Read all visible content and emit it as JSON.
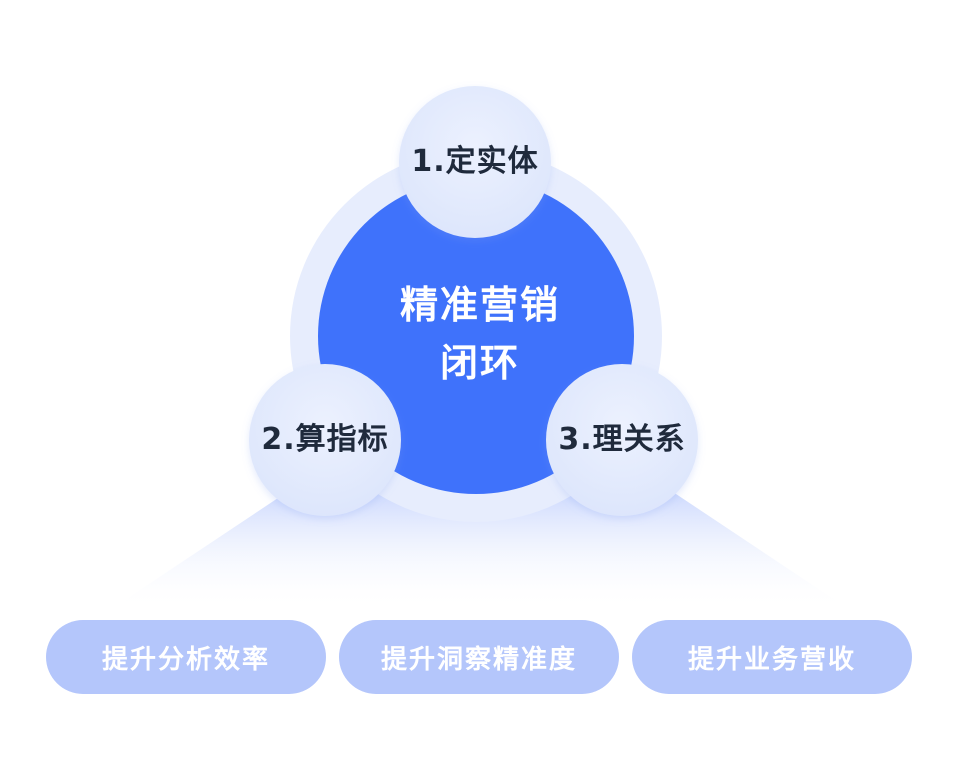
{
  "diagram": {
    "center": {
      "line1": "精准营销",
      "line2": "闭环"
    },
    "nodes": [
      {
        "label": "1.定实体"
      },
      {
        "label": "2.算指标"
      },
      {
        "label": "3.理关系"
      }
    ],
    "outcomes": [
      {
        "label": "提升分析效率"
      },
      {
        "label": "提升洞察精准度"
      },
      {
        "label": "提升业务营收"
      }
    ]
  },
  "colors": {
    "core": "#3f72fb",
    "halo": "#e7edfd",
    "node": "#e3eafc",
    "pill": "#b4c6fb",
    "node_text": "#1f2a3c"
  }
}
